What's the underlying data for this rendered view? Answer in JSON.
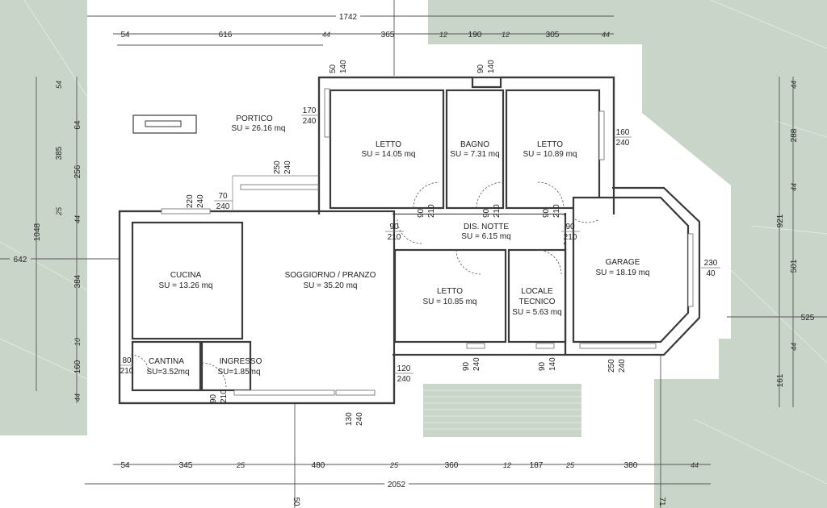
{
  "rooms": {
    "portico": {
      "name": "PORTICO",
      "area": "SU = 26.16 mq"
    },
    "letto1": {
      "name": "LETTO",
      "area": "SU = 14.05 mq"
    },
    "bagno": {
      "name": "BAGNO",
      "area": "SU = 7.31 mq"
    },
    "letto2": {
      "name": "LETTO",
      "area": "SU = 10.89 mq"
    },
    "cucina": {
      "name": "CUCINA",
      "area": "SU = 13.26 mq"
    },
    "soggiorno": {
      "name": "SOGGIORNO / PRANZO",
      "area": "SU = 35.20 mq"
    },
    "dis_notte": {
      "name": "DIS. NOTTE",
      "area": "SU = 6.15 mq"
    },
    "letto3": {
      "name": "LETTO",
      "area": "SU = 10.85 mq"
    },
    "locale_tecnico": {
      "name1": "LOCALE",
      "name2": "TECNICO",
      "area": "SU = 5.63 mq"
    },
    "garage": {
      "name": "GARAGE",
      "area": "SU = 18.19 mq"
    },
    "cantina": {
      "name": "CANTINA",
      "area": "SU=3.52mq"
    },
    "ingresso": {
      "name": "INGRESSO",
      "area": "SU=1.85mq"
    }
  },
  "top_dims": {
    "total": "1742",
    "segments": [
      "54",
      "616",
      "44",
      "365",
      "12",
      "190",
      "12",
      "305",
      "44"
    ]
  },
  "bottom_dims": {
    "total": "2052",
    "segments": [
      "54",
      "345",
      "25",
      "480",
      "25",
      "360",
      "12",
      "187",
      "25",
      "380",
      "44"
    ]
  },
  "left_dims": {
    "total": "1048",
    "sub": [
      "385",
      "642",
      "384",
      "160"
    ],
    "segments": [
      "54",
      "64",
      "256",
      "25",
      "44",
      "10",
      "44"
    ]
  },
  "right_dims": {
    "total": "921",
    "sub": [
      "288",
      "501",
      "525",
      "161"
    ],
    "segments": [
      "44",
      "44",
      "44"
    ]
  },
  "openings": {
    "o_50_140": [
      "50",
      "140"
    ],
    "o_170_240": [
      "170",
      "240"
    ],
    "o_90_140_top": [
      "90",
      "140"
    ],
    "o_160_240": [
      "160",
      "240"
    ],
    "o_250_240": [
      "250",
      "240"
    ],
    "o_220_240": [
      "220",
      "240"
    ],
    "o_70_240": [
      "70",
      "240"
    ],
    "o_90_210_a": [
      "90",
      "210"
    ],
    "o_90_210_b": [
      "90",
      "210"
    ],
    "o_90_210_c": [
      "90",
      "210"
    ],
    "o_90_210_d": [
      "90",
      "210"
    ],
    "o_90_210_e": [
      "90",
      "210"
    ],
    "o_230_40": [
      "230",
      "40"
    ],
    "o_80_210": [
      "80",
      "210"
    ],
    "o_90_210_f": [
      "90",
      "210"
    ],
    "o_120_240": [
      "120",
      "240"
    ],
    "o_130_240": [
      "130",
      "240"
    ],
    "o_90_240": [
      "90",
      "240"
    ],
    "o_90_140_bot": [
      "90",
      "140"
    ],
    "o_250_240_bot": [
      "250",
      "240"
    ]
  },
  "bottom_marks": [
    "50",
    "71"
  ],
  "colors": {
    "terrain": "#c9d5c9",
    "wall": "#3a3a3a",
    "background": "#ffffff"
  }
}
